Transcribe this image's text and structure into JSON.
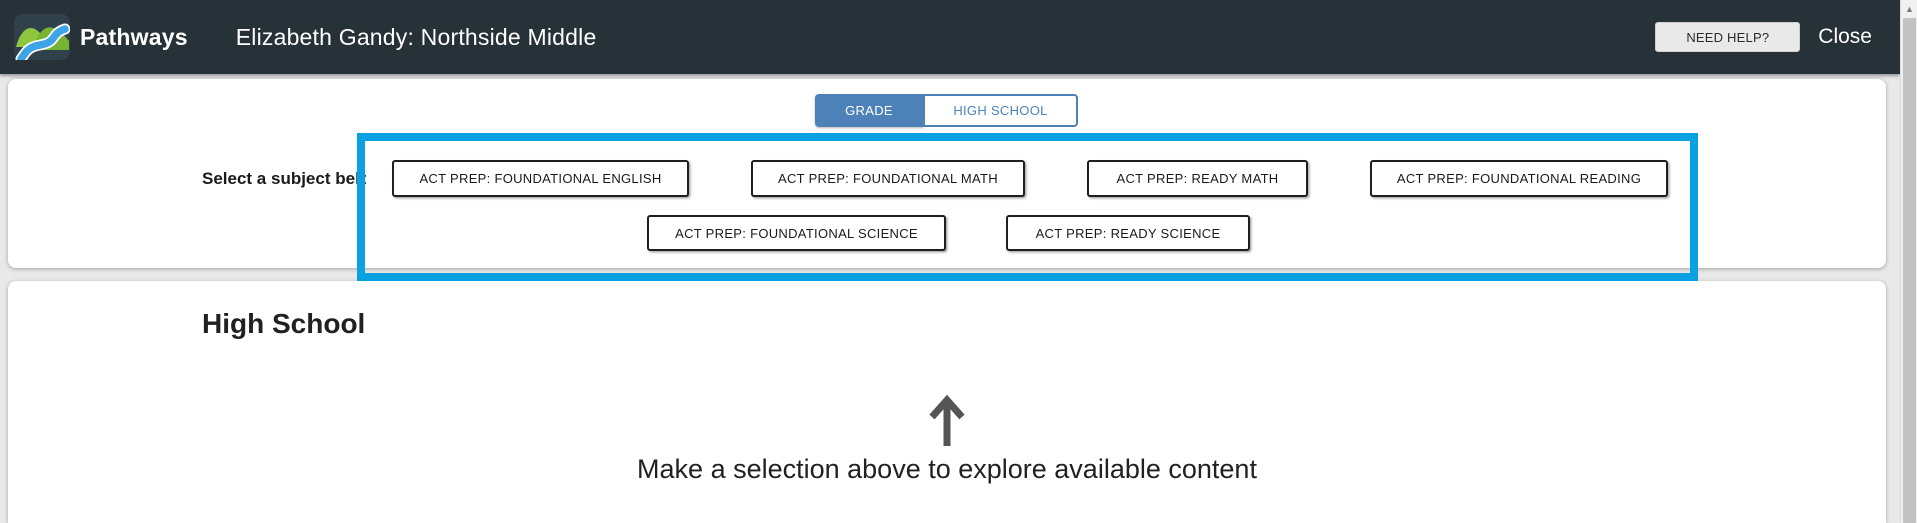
{
  "header": {
    "brand": "Pathways",
    "title": "Elizabeth Gandy: Northside Middle",
    "need_help_label": "NEED HELP?",
    "close_label": "Close"
  },
  "tabs": [
    {
      "label": "GRADE",
      "active": true
    },
    {
      "label": "HIGH SCHOOL",
      "active": false
    }
  ],
  "subject_picker": {
    "label": "Select a subject below",
    "subjects": [
      "ACT PREP: FOUNDATIONAL ENGLISH",
      "ACT PREP: FOUNDATIONAL MATH",
      "ACT PREP: READY MATH",
      "ACT PREP: FOUNDATIONAL READING",
      "ACT PREP: FOUNDATIONAL SCIENCE",
      "ACT PREP: READY SCIENCE"
    ]
  },
  "content": {
    "heading": "High School",
    "empty_message": "Make a selection above to explore available content"
  },
  "icons": {
    "logo": "pathways-logo",
    "big_arrow": "up-arrow-icon",
    "scroll_up": "scroll-up-icon"
  },
  "colors": {
    "header_bg": "#263238",
    "tab_active_bg": "#4d82b8",
    "highlight_box": "#0aa1e3",
    "scrollbar_thumb": "#c2c2c2"
  }
}
